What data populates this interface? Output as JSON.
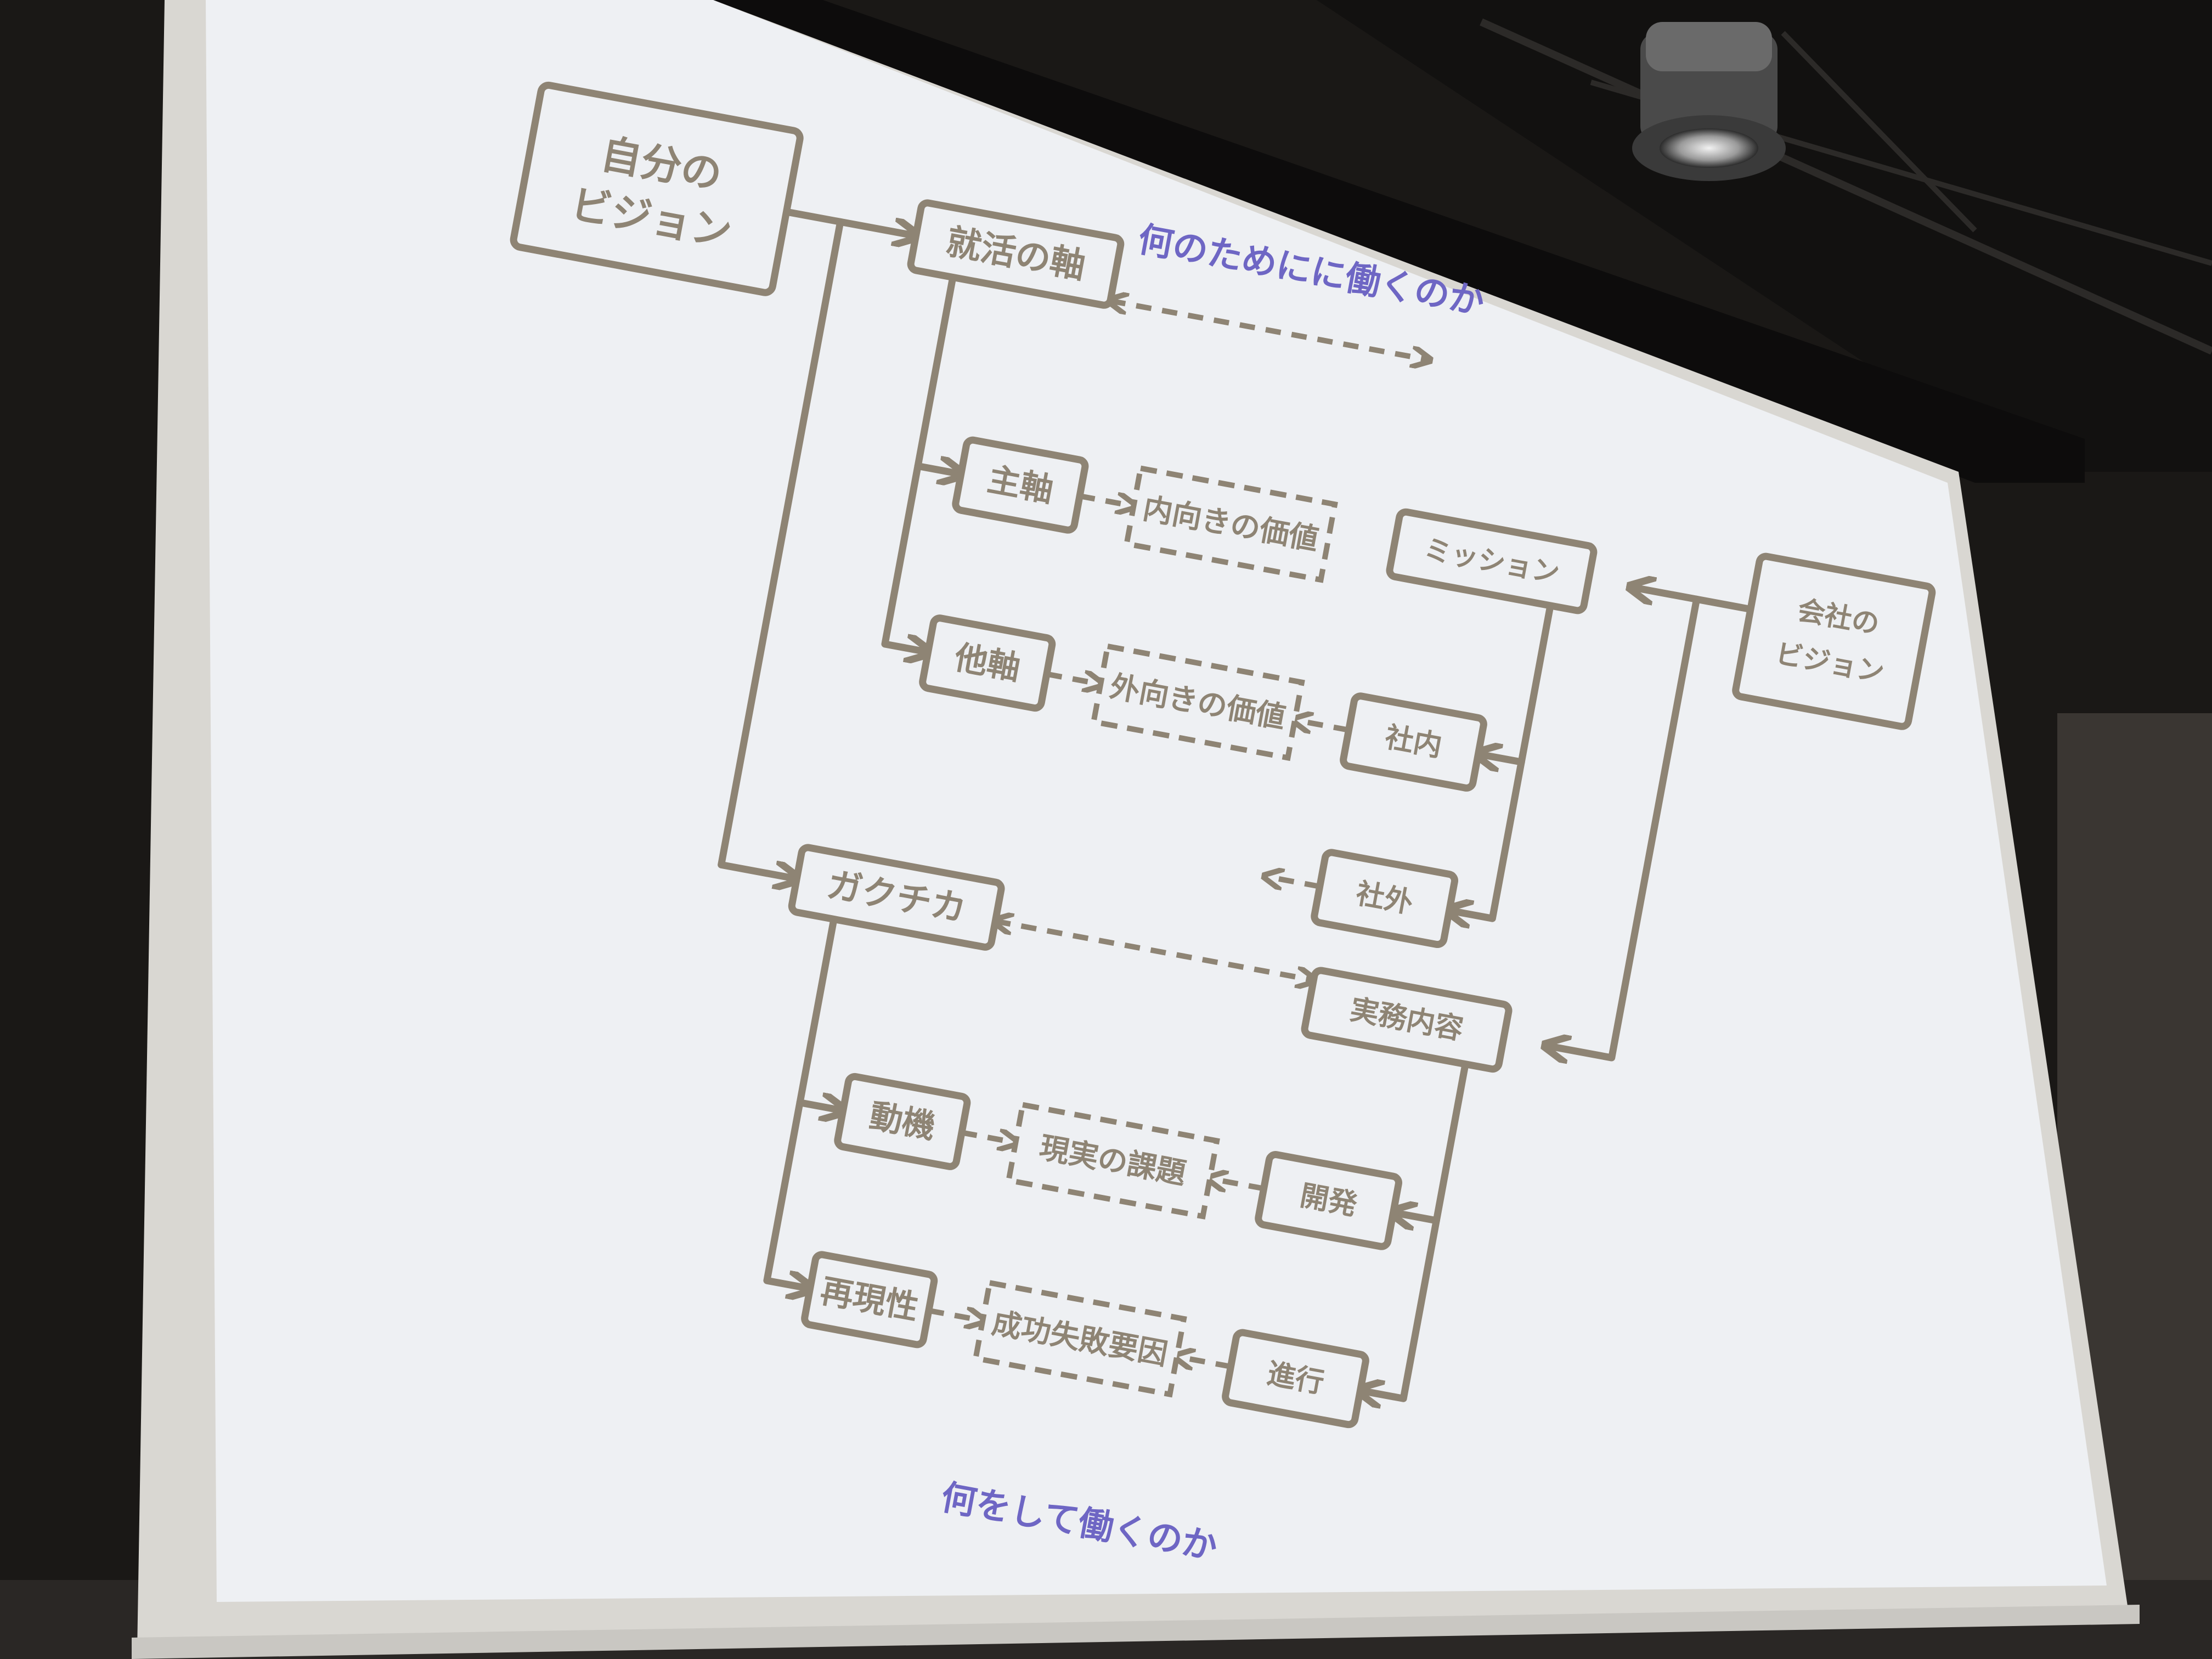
{
  "colors": {
    "ink": "#8e8474",
    "caption": "#6e66c4",
    "screen": "#eef0f3",
    "room": "#1a1816"
  },
  "captions": {
    "top": "何のためにに働くのか",
    "bottom": "何をして働くのか"
  },
  "boxes": {
    "my_vision": [
      "自分の",
      "ビジョン"
    ],
    "job_axis": "就活の軸",
    "main_axis": "主軸",
    "other_axis": "他軸",
    "gakuchika": "ガクチカ",
    "motivation": "動機",
    "reproducibility": "再現性",
    "inner_value": "内向きの価値",
    "outer_value": "外向きの価値",
    "real_issue": "現実の課題",
    "success_factor": "成功失敗要因",
    "mission": "ミッション",
    "inside": "社内",
    "outside": "社外",
    "company_vision": [
      "会社の",
      "ビジョン"
    ],
    "work_content": "実務内容",
    "development": "開発",
    "progress": "進行"
  }
}
